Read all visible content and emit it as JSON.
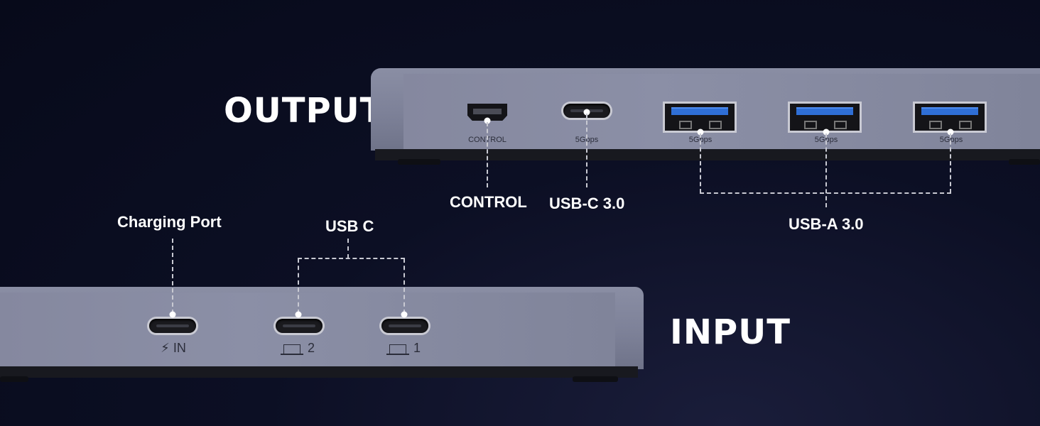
{
  "output": {
    "heading": "OUTPUT",
    "ports": [
      {
        "kind": "mini-usb",
        "face_text": "CONTROL",
        "callout": "CONTROL"
      },
      {
        "kind": "usb-c",
        "face_text": "5Gbps",
        "callout": "USB-C 3.0"
      },
      {
        "kind": "usb-a",
        "face_text": "5Gbps"
      },
      {
        "kind": "usb-a",
        "face_text": "5Gbps"
      },
      {
        "kind": "usb-a",
        "face_text": "5Gbps"
      }
    ],
    "usb_a_group_label": "USB-A 3.0"
  },
  "input": {
    "heading": "INPUT",
    "ports": [
      {
        "kind": "usb-c",
        "face_text": "IN",
        "icon": "lightning-icon",
        "callout": "Charging Port"
      },
      {
        "kind": "usb-c",
        "face_text": "2",
        "icon": "laptop-icon"
      },
      {
        "kind": "usb-c",
        "face_text": "1",
        "icon": "laptop-icon"
      }
    ],
    "usb_c_group_label": "USB C"
  },
  "colors": {
    "background": "#0c0f24",
    "device": "#8a8ea4",
    "usb_a_tongue": "#2f6fd6",
    "callout_line": "#c8c9d2"
  }
}
